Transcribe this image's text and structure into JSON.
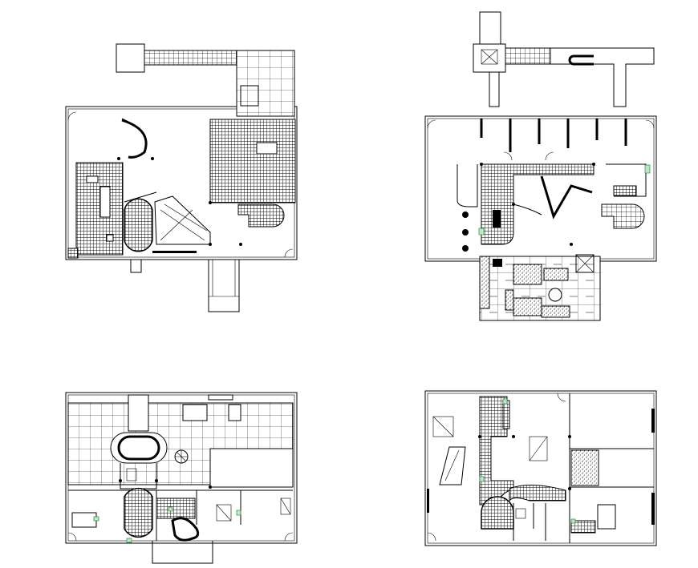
{
  "sheet": {
    "description_free": true,
    "plans": [
      {
        "id": "plan-top-left"
      },
      {
        "id": "plan-top-right"
      },
      {
        "id": "plan-bottom-left"
      },
      {
        "id": "plan-bottom-right"
      }
    ],
    "colors": {
      "line": "#000000",
      "background": "#ffffff",
      "fixture_accent": "#2a8a40",
      "fixture_fill": "#bfe6c8"
    }
  }
}
